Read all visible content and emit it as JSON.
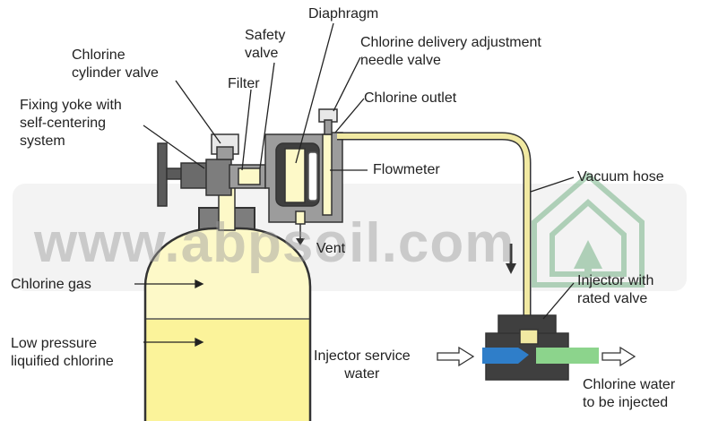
{
  "watermark": "www.abpsoil.com",
  "labels": {
    "diaphragm": "Diaphragm",
    "safety_valve": "Safety\nvalve",
    "chlorine_cylinder_valve": "Chlorine\ncylinder valve",
    "needle_valve": "Chlorine delivery adjustment\nneedle valve",
    "filter": "Filter",
    "chlorine_outlet": "Chlorine outlet",
    "fixing_yoke": "Fixing yoke with\nself-centering\nsystem",
    "flowmeter": "Flowmeter",
    "vacuum_hose": "Vacuum hose",
    "vent": "Vent",
    "chlorine_gas": "Chlorine gas",
    "injector_rated_valve": "Injector with\nrated valve",
    "low_pressure_chlorine": "Low pressure\nliquified chlorine",
    "injector_service_water": "Injector service\nwater",
    "chlorine_water": "Chlorine water\nto be injected"
  },
  "colors": {
    "gas": "#fdf9c8",
    "liquid": "#fbf39a",
    "hose": "#f1e9a2",
    "body": "#9c9c9c",
    "dark": "#3a3a3a",
    "service_water": "#2f7ec9",
    "chlorine_water": "#8cd48c",
    "watermark_green": "#2f8f4a"
  }
}
